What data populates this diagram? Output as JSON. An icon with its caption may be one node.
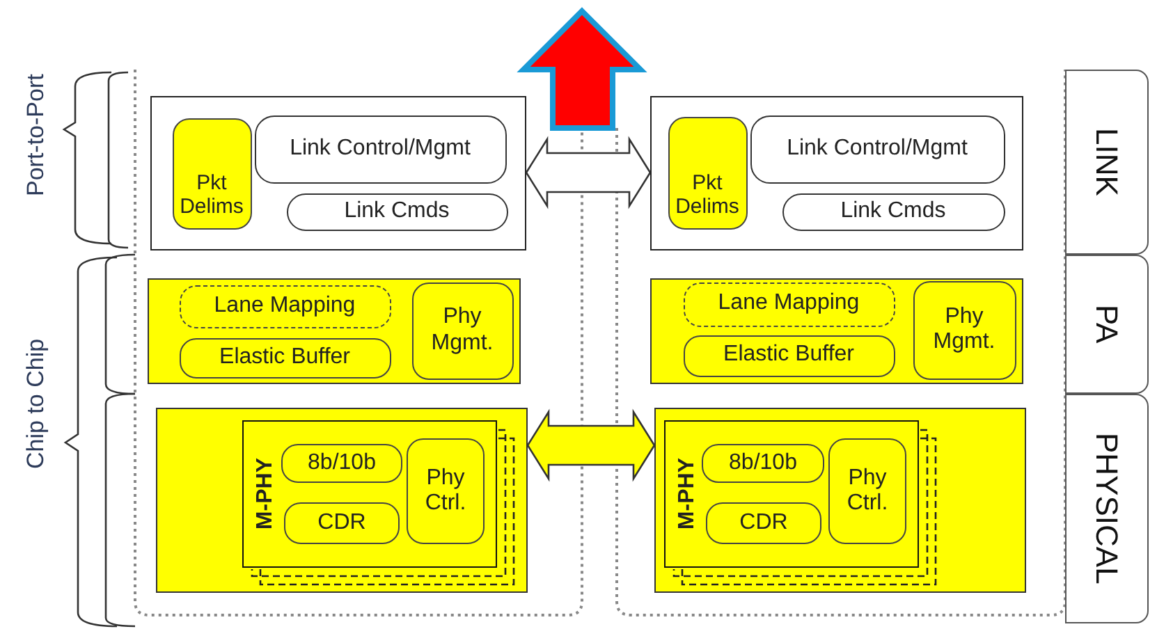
{
  "diagram": {
    "nodes": [
      {
        "text": [],
        "shape": "box"
      },
      {
        "text": [
          "Pkt Delims"
        ],
        "in": 0
      },
      {
        "text": [
          "Link Control/Mgmt"
        ],
        "in": 0
      },
      {
        "text": [
          "Link Cmds"
        ],
        "in": 0
      },
      {
        "text": [],
        "shape": "box"
      },
      {
        "text": [
          "Lane Mapping"
        ],
        "in": 4
      },
      {
        "text": [
          "Elastic Buffer"
        ],
        "in": 4
      },
      {
        "text": [
          "Phy Mgmt."
        ],
        "in": 4
      },
      {
        "text": [],
        "shape": "box"
      },
      {
        "text": [
          "M-PHY"
        ],
        "in": 8
      },
      {
        "text": [
          "8b/10b"
        ],
        "in": 9
      },
      {
        "text": [
          "CDR"
        ],
        "in": 9
      },
      {
        "text": [
          "Phy Ctrl."
        ],
        "in": 9
      },
      {
        "text": [],
        "shape": "box"
      },
      {
        "text": [
          "Pkt Delims"
        ],
        "in": 13
      },
      {
        "text": [
          "Link Control/Mgmt"
        ],
        "in": 13
      },
      {
        "text": [
          "Link Cmds"
        ],
        "in": 13
      },
      {
        "text": [],
        "shape": "box"
      },
      {
        "text": [
          "Lane Mapping"
        ],
        "in": 17
      },
      {
        "text": [
          "Elastic Buffer"
        ],
        "in": 17
      },
      {
        "text": [
          "Phy Mgmt."
        ],
        "in": 17
      },
      {
        "text": [],
        "shape": "box"
      },
      {
        "text": [
          "M-PHY"
        ],
        "in": 21
      },
      {
        "text": [
          "8b/10b"
        ],
        "in": 22
      },
      {
        "text": [
          "CDR"
        ],
        "in": 22
      },
      {
        "text": [
          "Phy Ctrl."
        ],
        "in": 22
      },
      {
        "text": [
          "LINK"
        ]
      },
      {
        "text": [
          "PA"
        ]
      },
      {
        "text": [
          "PHYSICAL"
        ]
      }
    ],
    "edges": [
      {
        "from": 0,
        "to": 13,
        "arrow": "both",
        "color": "#ffffff"
      },
      {
        "from": 8,
        "to": 21,
        "arrow": "both",
        "color": "#ffff00"
      }
    ],
    "labels": [
      "Port-to-Port",
      "Chip to Chip"
    ]
  }
}
